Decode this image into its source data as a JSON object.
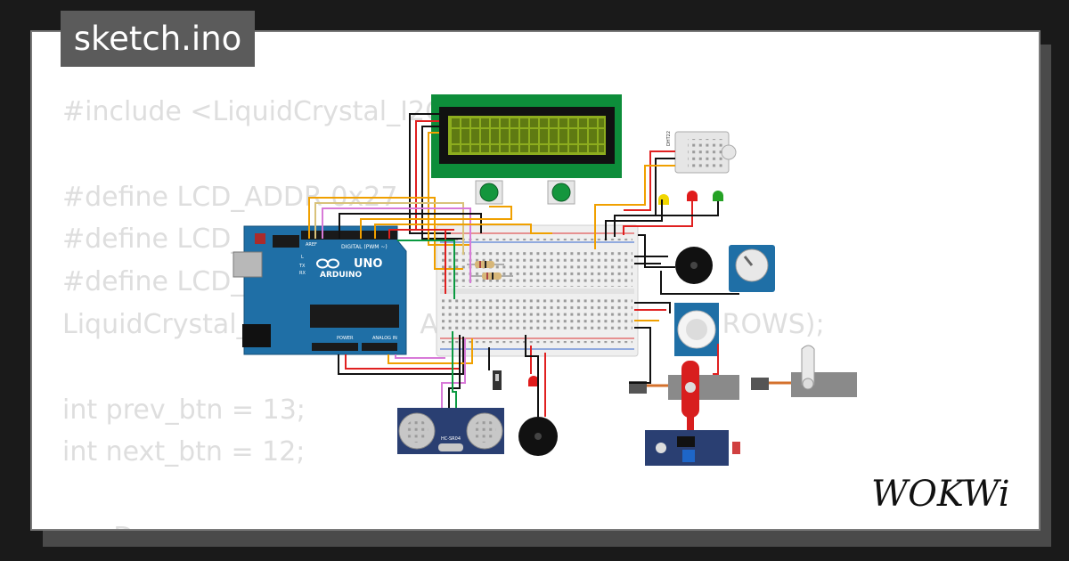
{
  "tab": {
    "title": "sketch.ino"
  },
  "code": {
    "lines": [
      "#include <LiquidCrystal_I2C",
      "",
      "#define LCD_ADDR 0x27",
      "#define LCD_C",
      "#define LCD_R",
      "LiquidCrystal_                    AD                               ROWS);",
      "",
      "int prev_btn = 13;",
      "int next_btn = 12;",
      "",
      "      D     "
    ]
  },
  "board": {
    "brand": "ARDUINO",
    "model": "UNO",
    "digital_label": "DIGITAL (PWM ~)",
    "power_label": "POWER",
    "analog_label": "ANALOG IN",
    "aref": "AREF",
    "tx": "TX",
    "rx": "RX",
    "l": "L"
  },
  "sensor": {
    "model": "DHT22"
  },
  "ultrasonic": {
    "label": "HC-SR04"
  },
  "logo": {
    "text": "WOKWi"
  },
  "colors": {
    "background": "#1a1a1a",
    "card": "#ffffff",
    "tab": "#5b5b5b",
    "uno_blue": "#1f6fa6",
    "lcd_green": "#0d8d3a",
    "breadboard": "#efefef"
  }
}
